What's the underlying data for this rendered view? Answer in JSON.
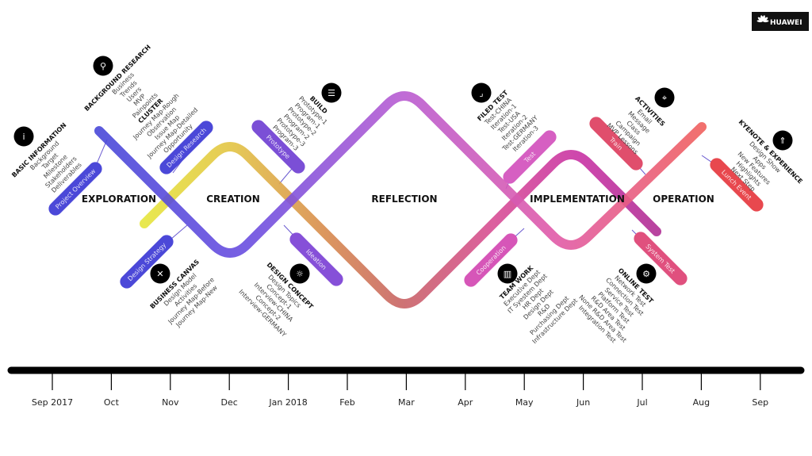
{
  "brand": {
    "name": "HUAWEI",
    "background": "#111111"
  },
  "stages": [
    "EXPLORATION",
    "CREATION",
    "REFLECTION",
    "IMPLEMENTATION",
    "OPERATION"
  ],
  "tags": [
    {
      "label": "Project Overview",
      "color": "#4b48d8"
    },
    {
      "label": "Design Research",
      "color": "#4b48d8"
    },
    {
      "label": "Design Strategy",
      "color": "#4b48d8"
    },
    {
      "label": "Prototype",
      "color": "#7b4fd6"
    },
    {
      "label": "Ideation",
      "color": "#8650d8"
    },
    {
      "label": "Test",
      "color": "#d65fc2"
    },
    {
      "label": "Cooperation",
      "color": "#d656b8"
    },
    {
      "label": "Train",
      "color": "#e04e6c"
    },
    {
      "label": "System Test",
      "color": "#e0507e"
    },
    {
      "label": "Lunch Event",
      "color": "#e8484e"
    }
  ],
  "blocks": [
    {
      "icon": "info-icon",
      "title": "BASIC INFORMATION",
      "items": [
        "Background",
        "Target",
        "Milestone",
        "Stakeholders",
        "Deliverables"
      ]
    },
    {
      "icon": "search-icon",
      "title": "BACKGROUND RESEARCH",
      "items": [
        "Business",
        "Trends",
        "Users",
        "MVP",
        "Painpoints",
        "*CLUSTER",
        "Journey Map-Rough",
        "Observation",
        "Issue Map",
        "Journey Map-Detailed",
        "Opportunity"
      ]
    },
    {
      "icon": "strategy-icon",
      "title": "BUSINESS CANVAS",
      "items": [
        "Design Model",
        "Activities",
        "Journey Map-Before",
        "Journey Map-New"
      ]
    },
    {
      "icon": "lightbulb-icon",
      "title": "DESIGN CONCEPT",
      "items": [
        "Design Topics",
        "Concept-1",
        "Interview-CHINA",
        "Concept-2",
        "Interview-GERMANY"
      ]
    },
    {
      "icon": "build-icon",
      "title": "BUILD",
      "items": [
        "Prototype-1",
        "Program-1",
        "Prototype-2",
        "Program-2",
        "Prototype-3",
        "Program-3"
      ]
    },
    {
      "icon": "corner-icon",
      "title": "FILED TEST",
      "items": [
        "Test-CHINA",
        "Iteration-1",
        "Test-USA",
        "Iteration-2",
        "Test-GERMANY",
        "Iteration-3"
      ]
    },
    {
      "icon": "team-icon",
      "title": "TEAM WORK",
      "items": [
        "Executive Dept",
        "IT Syestem Dept",
        "HR Dept",
        "Design Dept",
        "R&D",
        "Purchasing Dept",
        "Infrastructure Dept"
      ]
    },
    {
      "icon": "network-icon",
      "title": "ONLINE TEST",
      "items": [
        "Network Test",
        "Connection Test",
        "Service Test",
        "Platform Test",
        "R&D Area Test",
        "None R&D Area Test",
        "Integration Test"
      ]
    },
    {
      "icon": "activity-icon",
      "title": "ACTIVITIES",
      "items": [
        "Email",
        "Message",
        "Class",
        "Campaign",
        "MVP Lessons"
      ]
    },
    {
      "icon": "rocket-icon",
      "title": "KYENOTE & EXPERIENCE",
      "items": [
        "Design Show",
        "Apps",
        "New Features",
        "Highlights",
        "Next Step"
      ]
    }
  ],
  "timeline": [
    "Sep 2017",
    "Oct",
    "Nov",
    "Dec",
    "Jan 2018",
    "Feb",
    "Mar",
    "Apr",
    "May",
    "Jun",
    "Jul",
    "Aug",
    "Sep"
  ]
}
